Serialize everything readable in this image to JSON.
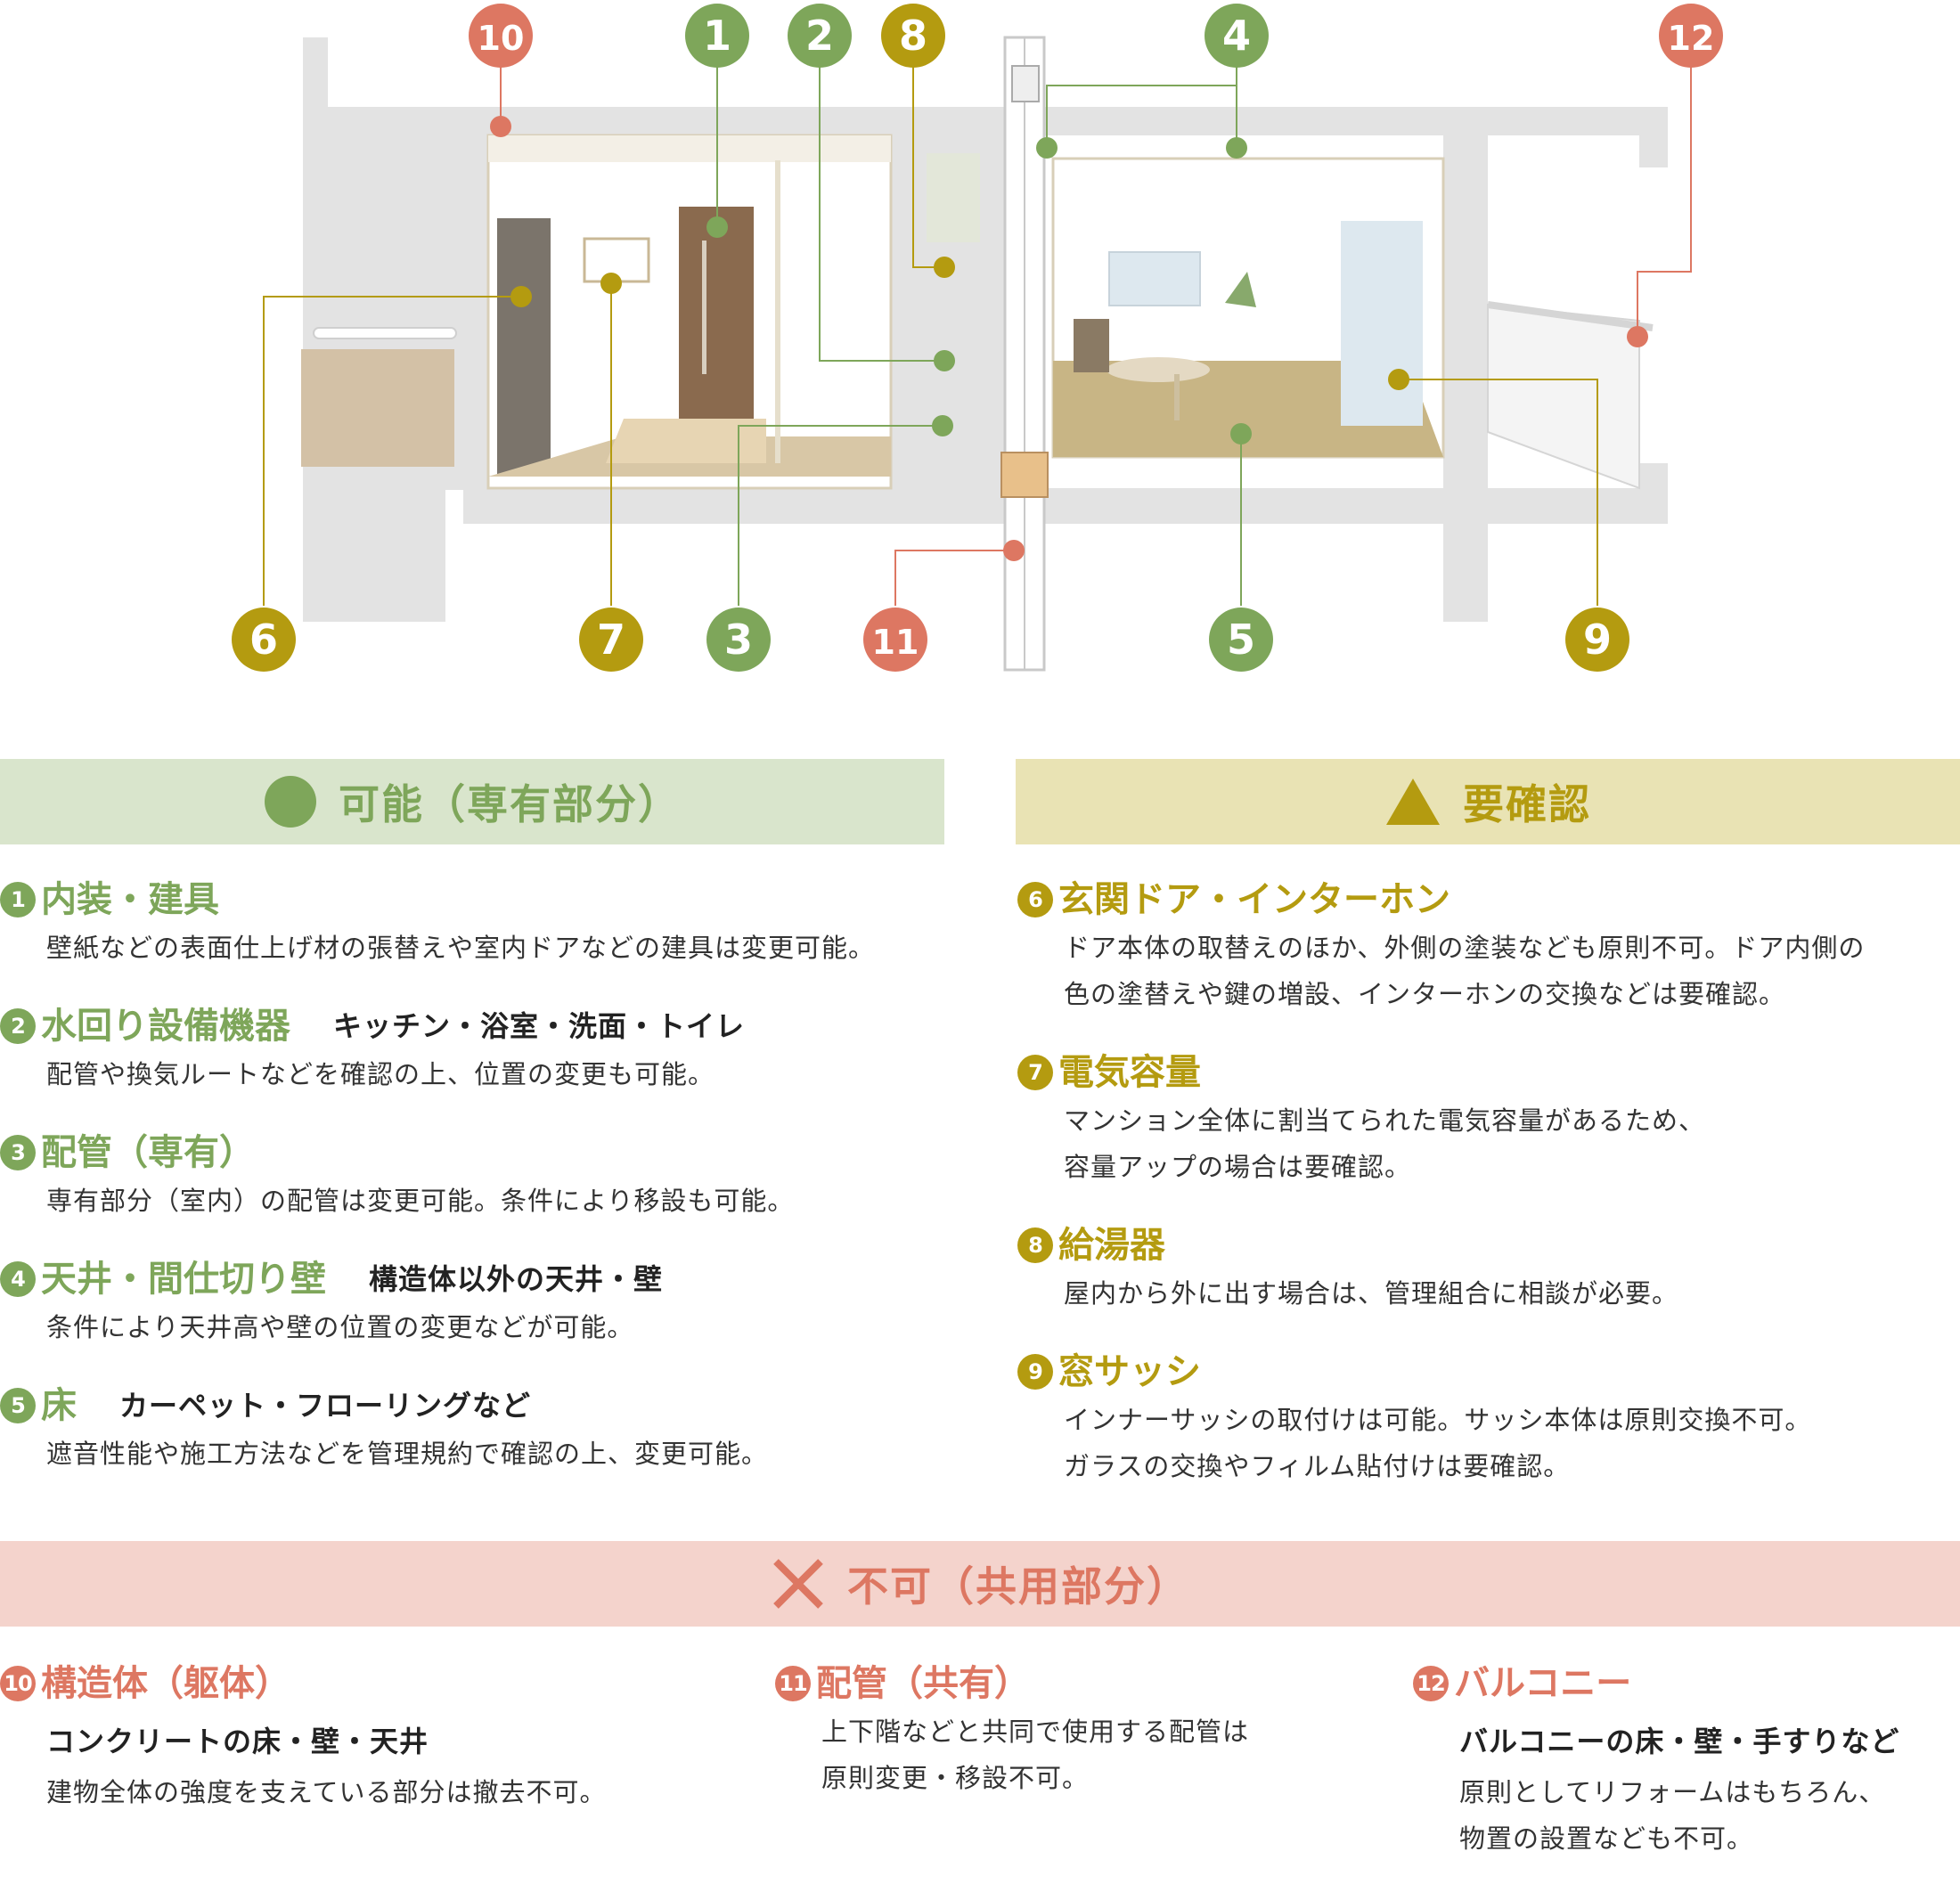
{
  "markers": [
    {
      "id": "10",
      "label": "10",
      "color": "#dd7762"
    },
    {
      "id": "1",
      "label": "1",
      "color": "#7ea65a"
    },
    {
      "id": "2",
      "label": "2",
      "color": "#7ea65a"
    },
    {
      "id": "8",
      "label": "8",
      "color": "#b49b10"
    },
    {
      "id": "4",
      "label": "4",
      "color": "#7ea65a"
    },
    {
      "id": "12",
      "label": "12",
      "color": "#dd7762"
    },
    {
      "id": "6",
      "label": "6",
      "color": "#b49b10"
    },
    {
      "id": "7",
      "label": "7",
      "color": "#b49b10"
    },
    {
      "id": "3",
      "label": "3",
      "color": "#7ea65a"
    },
    {
      "id": "11",
      "label": "11",
      "color": "#dd7762"
    },
    {
      "id": "5",
      "label": "5",
      "color": "#7ea65a"
    },
    {
      "id": "9",
      "label": "9",
      "color": "#b49b10"
    }
  ],
  "colors": {
    "green": "#7ea65a",
    "mustard": "#b49b10",
    "salmon": "#dd7762"
  },
  "sections": {
    "ok": {
      "title": "可能（専有部分）",
      "icon": "filled-circle-icon",
      "items": [
        {
          "num": "1",
          "title": "内装・建具",
          "sub": "",
          "desc": [
            "壁紙などの表面仕上げ材の張替えや室内ドアなどの建具は変更可能。"
          ]
        },
        {
          "num": "2",
          "title": "水回り設備機器",
          "sub": "キッチン・浴室・洗面・トイレ",
          "desc": [
            "配管や換気ルートなどを確認の上、位置の変更も可能。"
          ]
        },
        {
          "num": "3",
          "title": "配管（専有）",
          "sub": "",
          "desc": [
            "専有部分（室内）の配管は変更可能。条件により移設も可能。"
          ]
        },
        {
          "num": "4",
          "title": "天井・間仕切り壁",
          "sub": "構造体以外の天井・壁",
          "desc": [
            "条件により天井高や壁の位置の変更などが可能。"
          ]
        },
        {
          "num": "5",
          "title": "床",
          "sub": "カーペット・フローリングなど",
          "desc": [
            "遮音性能や施工方法などを管理規約で確認の上、変更可能。"
          ]
        }
      ]
    },
    "check": {
      "title": "要確認",
      "icon": "triangle-icon",
      "items": [
        {
          "num": "6",
          "title": "玄関ドア・インターホン",
          "sub": "",
          "desc": [
            "ドア本体の取替えのほか、外側の塗装なども原則不可。ドア内側の",
            "色の塗替えや鍵の増設、インターホンの交換などは要確認。"
          ]
        },
        {
          "num": "7",
          "title": "電気容量",
          "sub": "",
          "desc": [
            "マンション全体に割当てられた電気容量があるため、",
            "容量アップの場合は要確認。"
          ]
        },
        {
          "num": "8",
          "title": "給湯器",
          "sub": "",
          "desc": [
            "屋内から外に出す場合は、管理組合に相談が必要。"
          ]
        },
        {
          "num": "9",
          "title": "窓サッシ",
          "sub": "",
          "desc": [
            "インナーサッシの取付けは可能。サッシ本体は原則交換不可。",
            "ガラスの交換やフィルム貼付けは要確認。"
          ]
        }
      ]
    },
    "ng": {
      "title": "不可（共用部分）",
      "icon": "cross-icon",
      "items": [
        {
          "num": "10",
          "title": "構造体（躯体）",
          "sub": "コンクリートの床・壁・天井",
          "desc": [
            "建物全体の強度を支えている部分は撤去不可。"
          ]
        },
        {
          "num": "11",
          "title": "配管（共有）",
          "sub": "",
          "desc": [
            "上下階などと共同で使用する配管は",
            "原則変更・移設不可。"
          ]
        },
        {
          "num": "12",
          "title": "バルコニー",
          "sub": "バルコニーの床・壁・手すりなど",
          "desc": [
            "原則としてリフォームはもちろん、",
            "物置の設置なども不可。"
          ]
        }
      ]
    }
  }
}
